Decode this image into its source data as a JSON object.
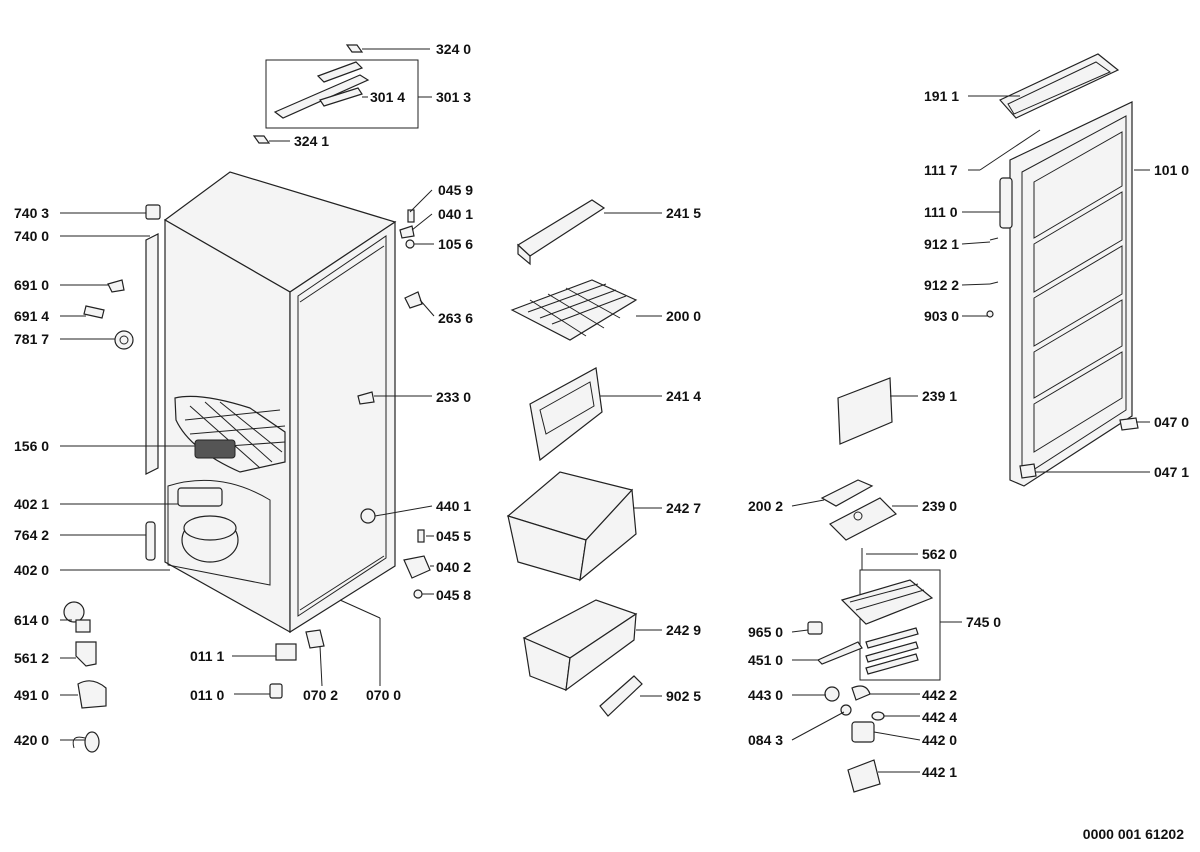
{
  "labels": {
    "l3240": "324 0",
    "l3013": "301 3",
    "l3014": "301 4",
    "l3241": "324 1",
    "l0459": "045 9",
    "l0401": "040 1",
    "l1056": "105 6",
    "l2636": "263 6",
    "l2330": "233 0",
    "l4401": "440 1",
    "l0455": "045 5",
    "l0402": "040 2",
    "l0458": "045 8",
    "l0111": "011 1",
    "l0110": "011 0",
    "l0702": "070 2",
    "l0700": "070 0",
    "l7403": "740 3",
    "l7400": "740 0",
    "l6910": "691 0",
    "l6914": "691 4",
    "l7817": "781 7",
    "l1560": "156 0",
    "l4021": "402 1",
    "l7642": "764 2",
    "l4020": "402 0",
    "l6140": "614 0",
    "l5612": "561 2",
    "l4910": "491 0",
    "l4200": "420 0",
    "l2415": "241 5",
    "l2000": "200 0",
    "l2414": "241 4",
    "l2427": "242 7",
    "l2429": "242 9",
    "l9025": "902 5",
    "l1911": "191 1",
    "l1117": "111 7",
    "l1010": "101 0",
    "l1110": "111 0",
    "l9121": "912 1",
    "l9122": "912 2",
    "l9030": "903 0",
    "l2391": "239 1",
    "l0470": "047 0",
    "l0471": "047 1",
    "l2002": "200 2",
    "l2390": "239 0",
    "l5620": "562 0",
    "l7450": "745 0",
    "l9650": "965 0",
    "l4510": "451 0",
    "l4430": "443 0",
    "l4422": "442 2",
    "l4424": "442 4",
    "l0843": "084 3",
    "l4420": "442 0",
    "l4421": "442 1"
  },
  "doc_number": "0000 001 61202"
}
